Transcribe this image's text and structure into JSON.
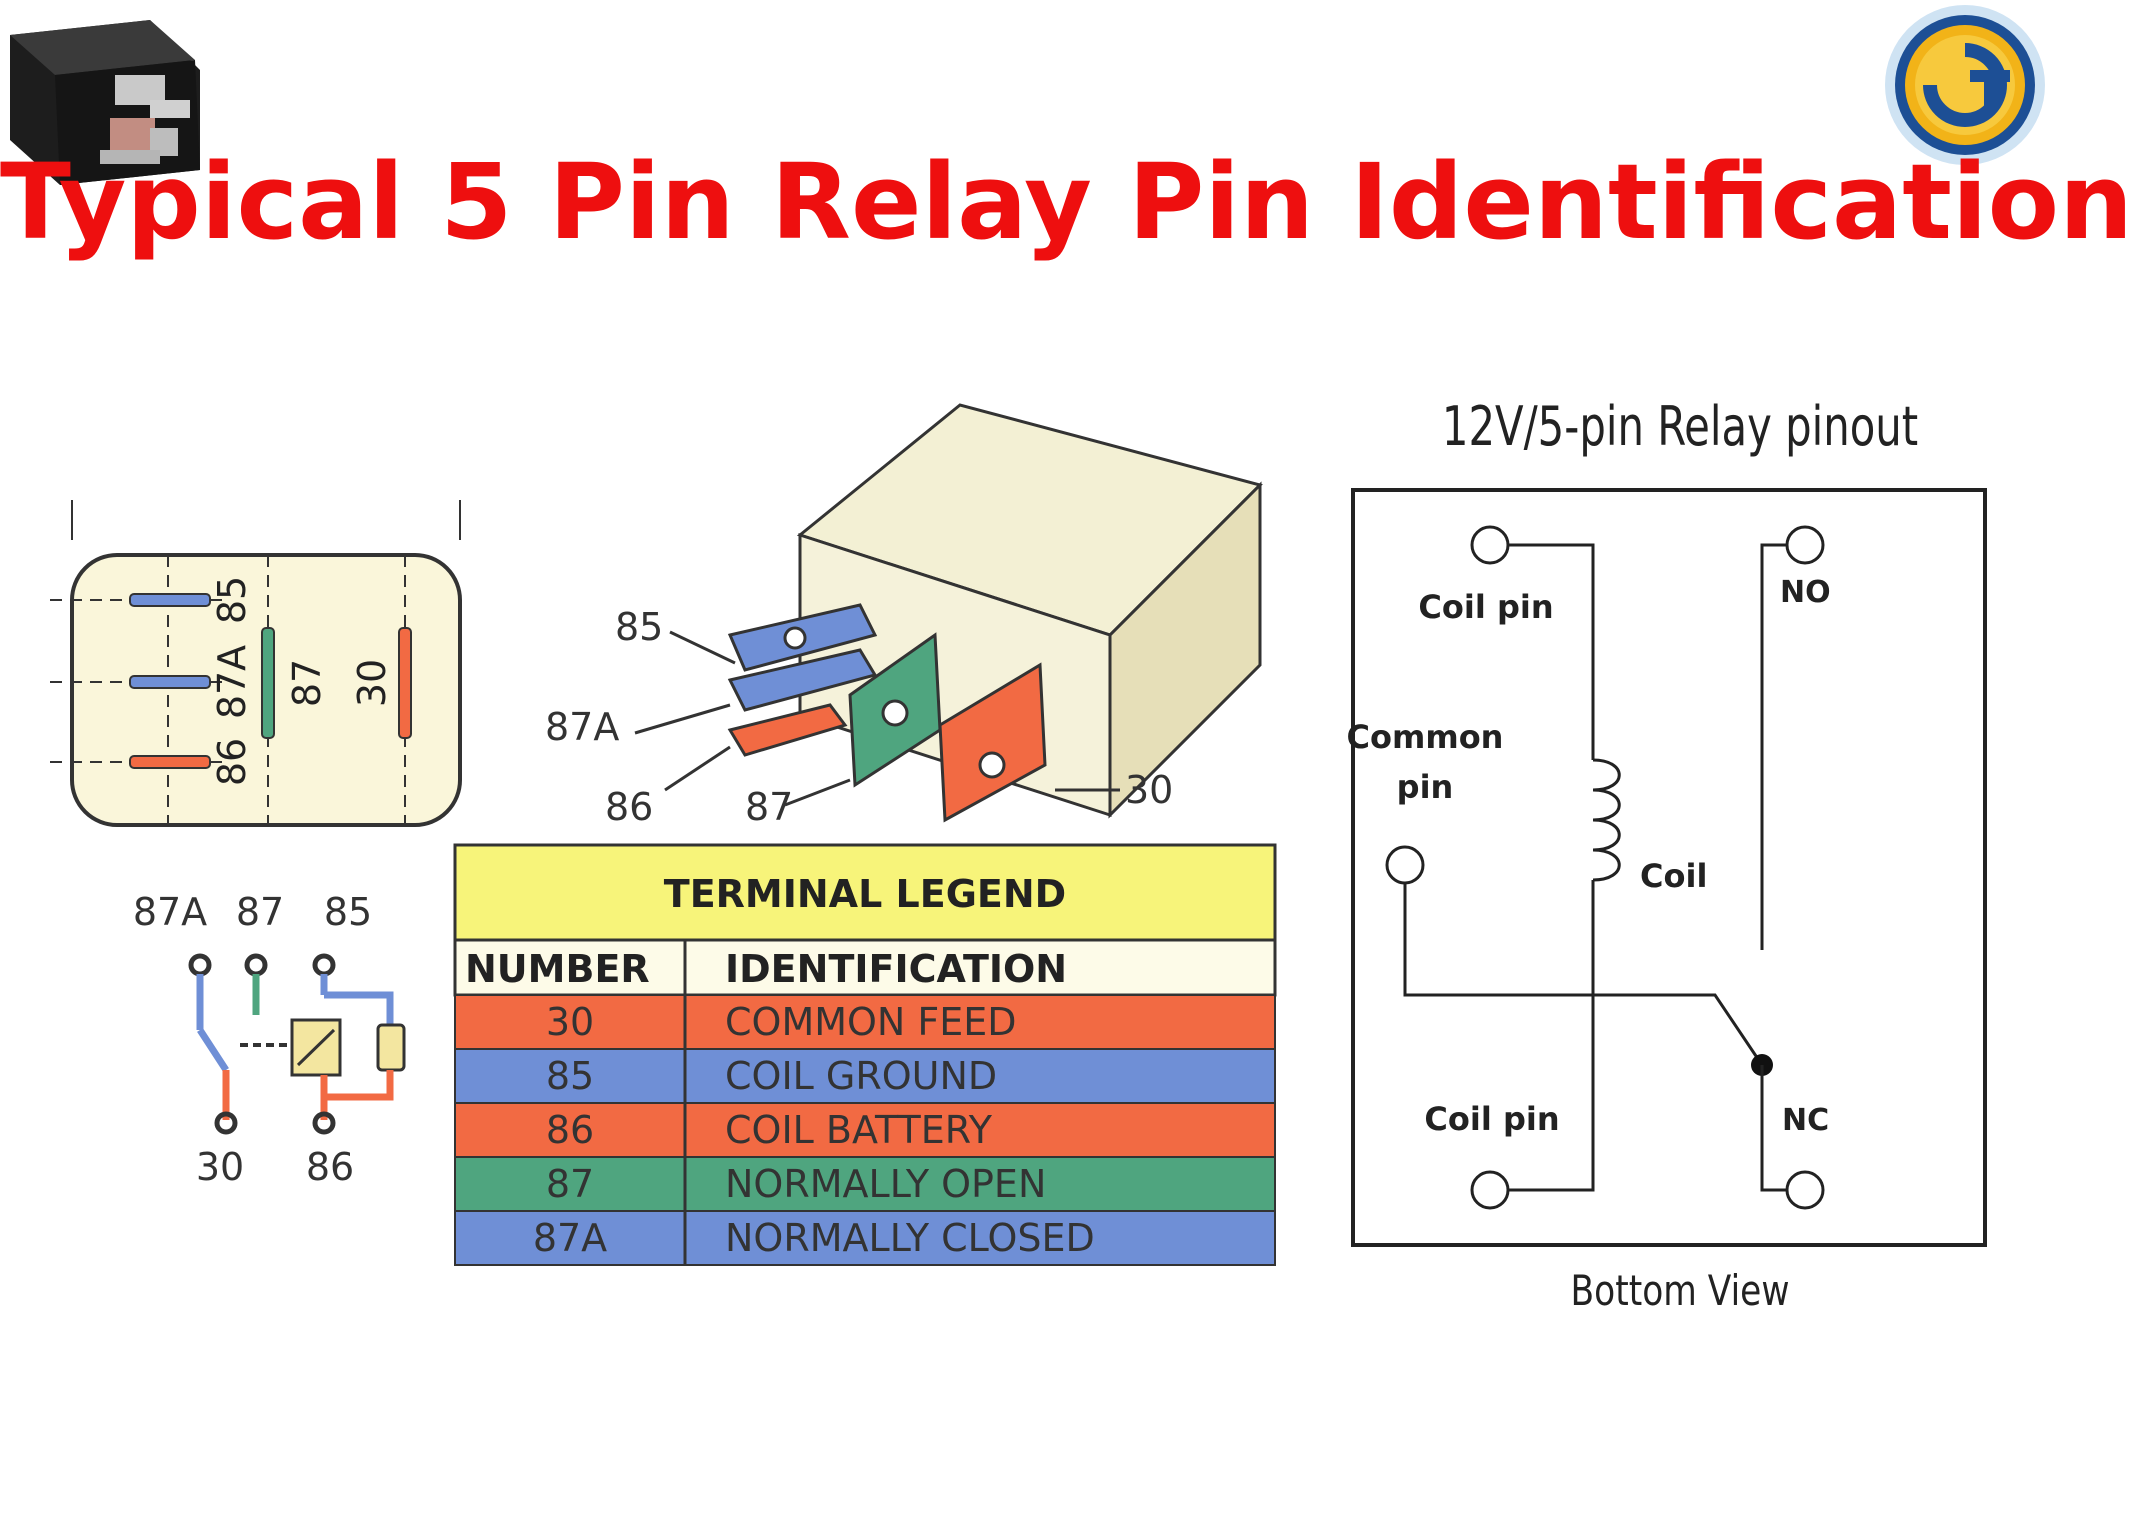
{
  "title": "Typical 5 Pin Relay Pin Identification",
  "pin_face": {
    "labels": [
      "85",
      "87A",
      "86",
      "87",
      "30"
    ]
  },
  "schematic": {
    "top_labels": [
      "87A",
      "87",
      "85"
    ],
    "bottom_labels": [
      "30",
      "86"
    ]
  },
  "relay_3d": {
    "pin_labels": [
      "85",
      "87A",
      "86",
      "87",
      "30"
    ]
  },
  "legend": {
    "title": "TERMINAL LEGEND",
    "headers": [
      "NUMBER",
      "IDENTIFICATION"
    ],
    "rows": [
      {
        "number": "30",
        "identification": "COMMON FEED",
        "color": "#f26a43"
      },
      {
        "number": "85",
        "identification": "COIL GROUND",
        "color": "#6f8fd6"
      },
      {
        "number": "86",
        "identification": "COIL BATTERY",
        "color": "#f26a43"
      },
      {
        "number": "87",
        "identification": "NORMALLY OPEN",
        "color": "#4fa57f"
      },
      {
        "number": "87A",
        "identification": "NORMALLY CLOSED",
        "color": "#6f8fd6"
      }
    ]
  },
  "pinout": {
    "title": "12V/5-pin Relay pinout",
    "coil_pin_top": "Coil pin",
    "no": "NO",
    "common_line1": "Common",
    "common_line2": "pin",
    "coil": "Coil",
    "coil_pin_bottom": "Coil pin",
    "nc": "NC",
    "bottom_view": "Bottom View"
  },
  "colors": {
    "title_red": "#ee0f0f",
    "legend_yellow": "#f7f47a",
    "relay_body": "#f3f0d4",
    "blue_pin": "#5f7ccf",
    "green_pin": "#4c9c79",
    "orange_pin": "#ee6a42"
  }
}
